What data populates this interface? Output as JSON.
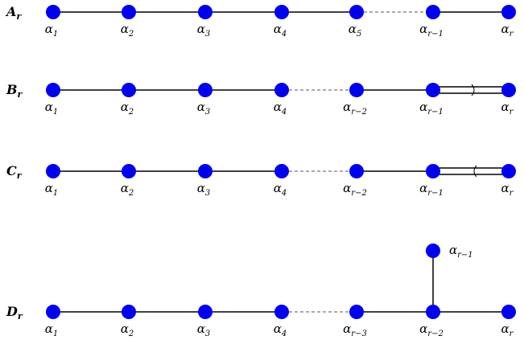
{
  "node_color": "#0000ee",
  "edge_color": "#000000",
  "diagrams": [
    {
      "id": "A",
      "type_letter": "A",
      "type_sub": "r",
      "labels": [
        {
          "base": "α",
          "sub": "1"
        },
        {
          "base": "α",
          "sub": "2"
        },
        {
          "base": "α",
          "sub": "3"
        },
        {
          "base": "α",
          "sub": "4"
        },
        {
          "base": "α",
          "sub": "5"
        },
        {
          "base": "α",
          "sub": "r−1"
        },
        {
          "base": "α",
          "sub": "r"
        }
      ],
      "dashed_after": 4,
      "double_last": false
    },
    {
      "id": "B",
      "type_letter": "B",
      "type_sub": "r",
      "labels": [
        {
          "base": "α",
          "sub": "1"
        },
        {
          "base": "α",
          "sub": "2"
        },
        {
          "base": "α",
          "sub": "3"
        },
        {
          "base": "α",
          "sub": "4"
        },
        {
          "base": "α",
          "sub": "r−2"
        },
        {
          "base": "α",
          "sub": "r−1"
        },
        {
          "base": "α",
          "sub": "r"
        }
      ],
      "dashed_after": 3,
      "double_last": true,
      "arrow_dir": "right"
    },
    {
      "id": "C",
      "type_letter": "C",
      "type_sub": "r",
      "labels": [
        {
          "base": "α",
          "sub": "1"
        },
        {
          "base": "α",
          "sub": "2"
        },
        {
          "base": "α",
          "sub": "3"
        },
        {
          "base": "α",
          "sub": "4"
        },
        {
          "base": "α",
          "sub": "r−2"
        },
        {
          "base": "α",
          "sub": "r−1"
        },
        {
          "base": "α",
          "sub": "r"
        }
      ],
      "dashed_after": 3,
      "double_last": true,
      "arrow_dir": "left"
    },
    {
      "id": "D",
      "type_letter": "D",
      "type_sub": "r",
      "labels": [
        {
          "base": "α",
          "sub": "1"
        },
        {
          "base": "α",
          "sub": "2"
        },
        {
          "base": "α",
          "sub": "3"
        },
        {
          "base": "α",
          "sub": "4"
        },
        {
          "base": "α",
          "sub": "r−3"
        },
        {
          "base": "α",
          "sub": "r−2"
        },
        {
          "base": "α",
          "sub": "r"
        }
      ],
      "dashed_after": 3,
      "double_last": false,
      "branch": {
        "from": 5,
        "label": {
          "base": "α",
          "sub": "r−1"
        }
      }
    }
  ]
}
